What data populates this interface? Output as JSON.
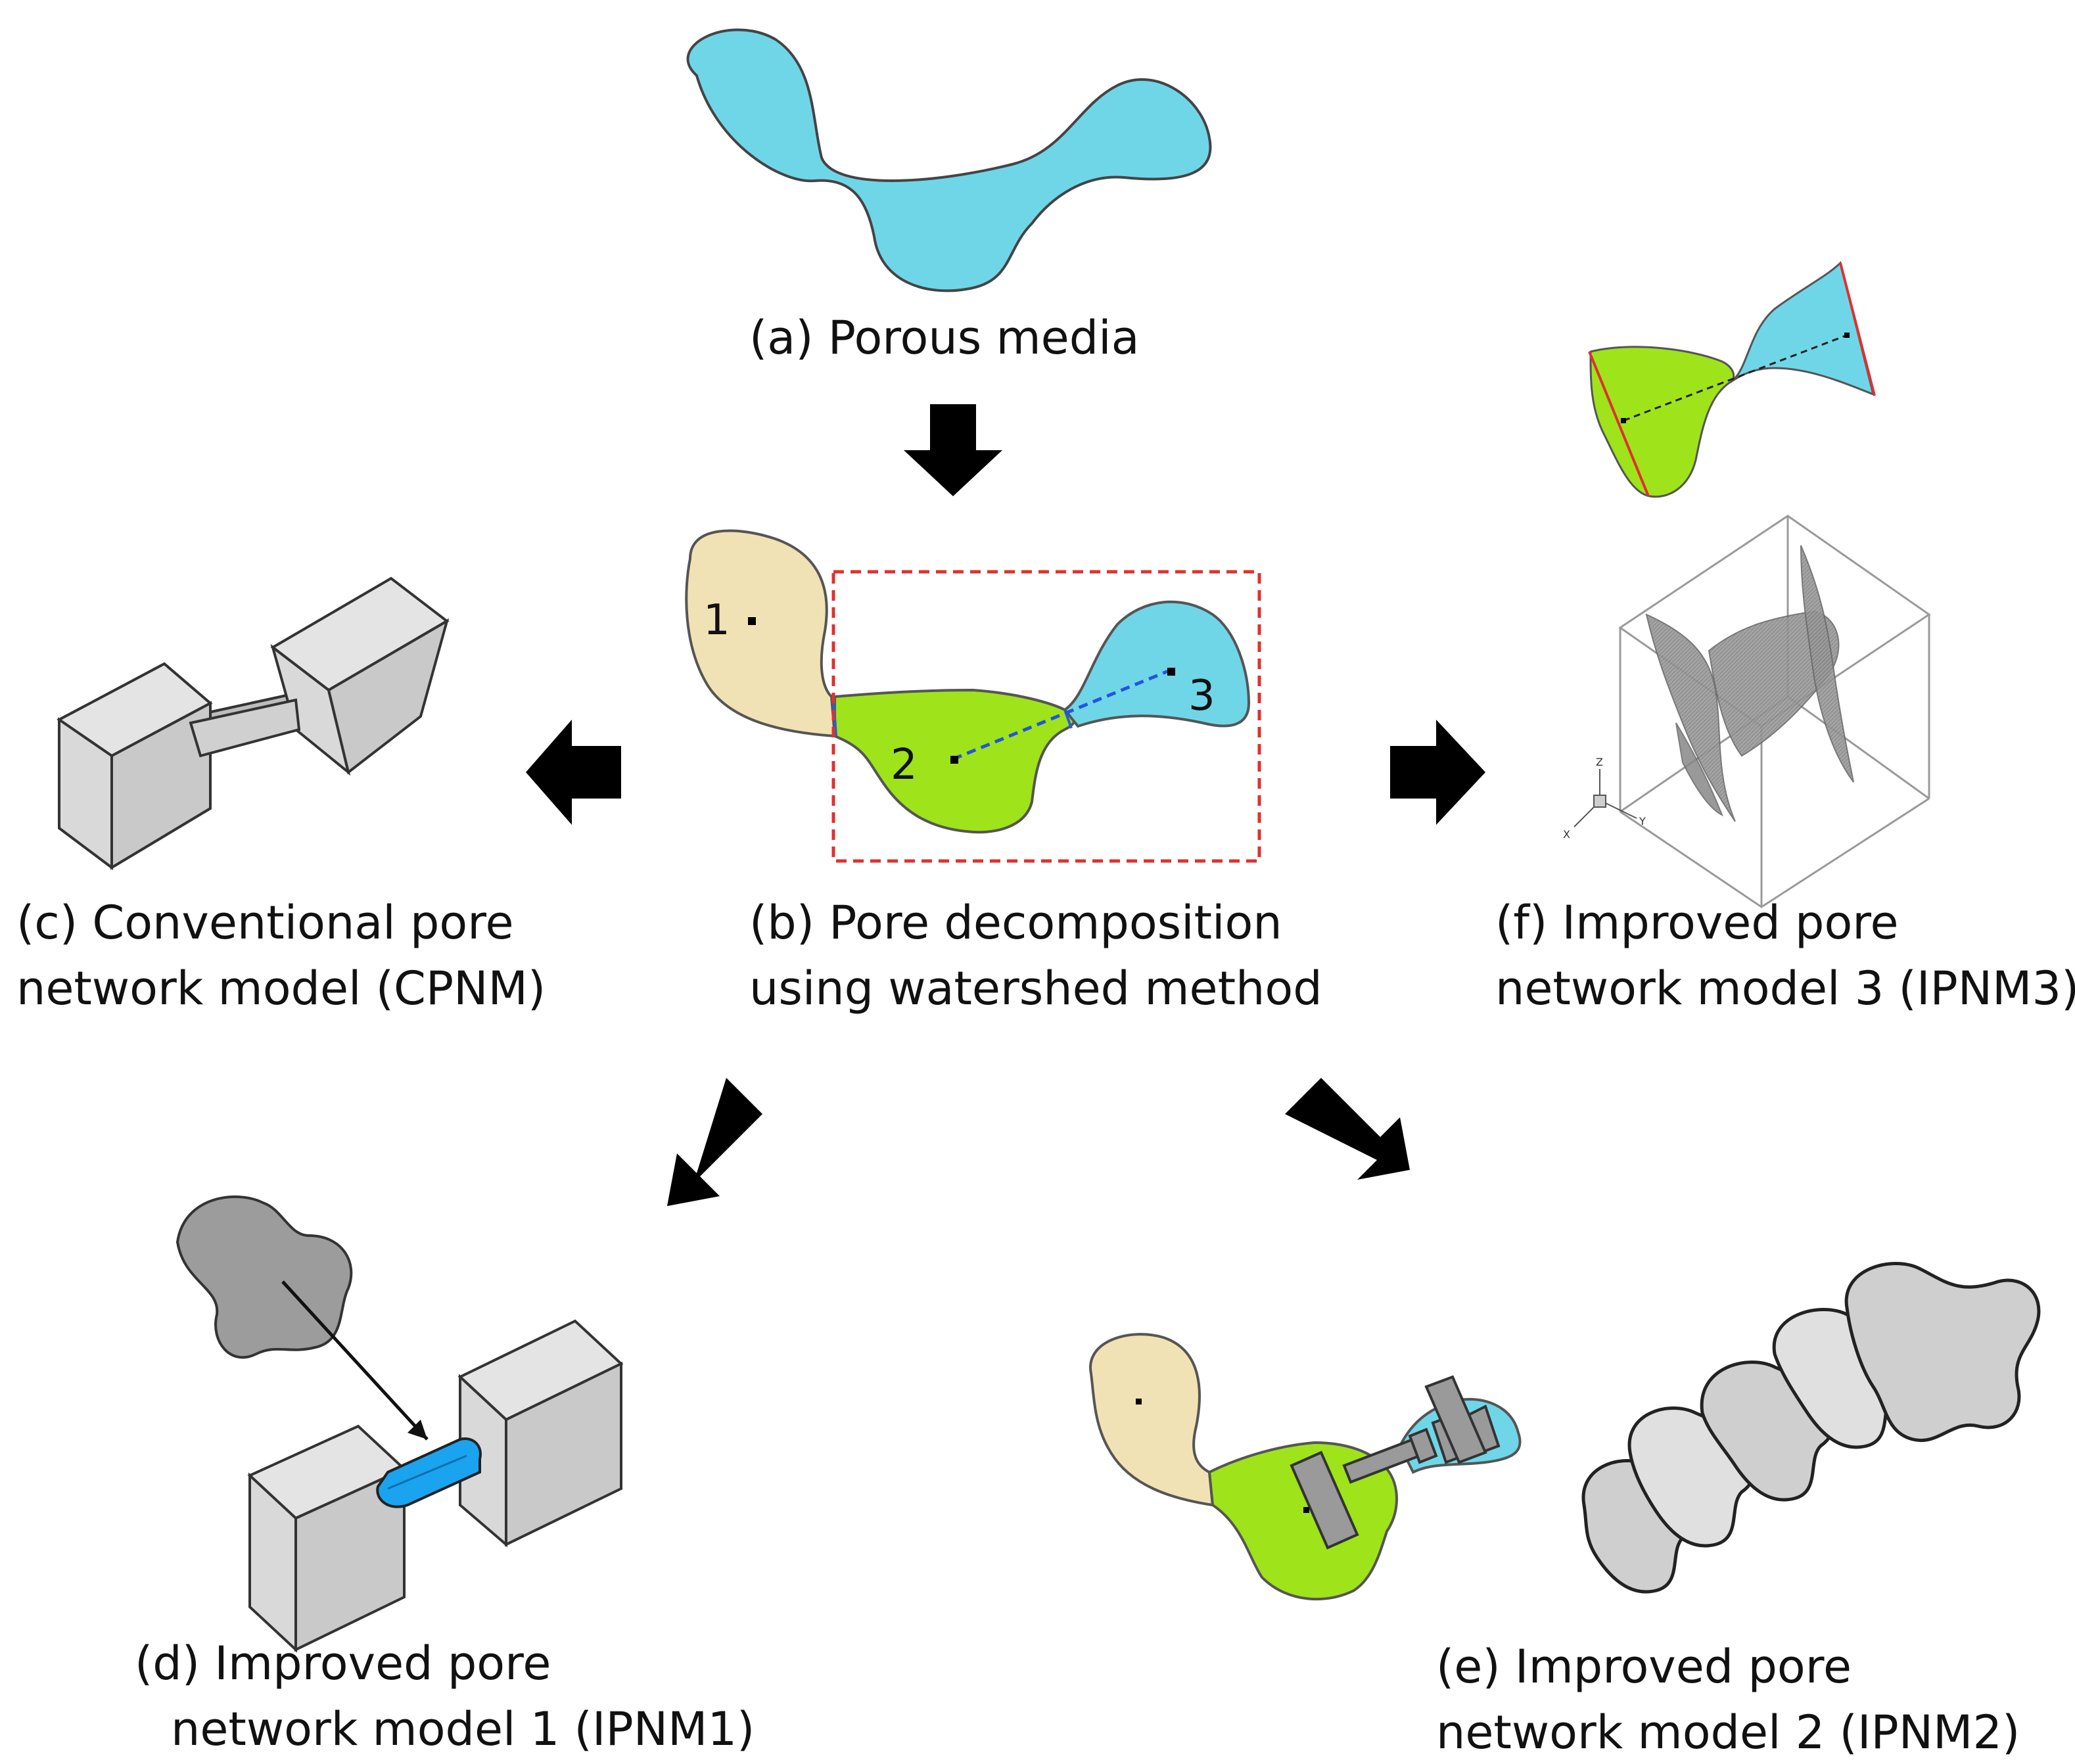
{
  "captions": {
    "a": "(a) Porous media",
    "b_line1": "(b) Pore decomposition",
    "b_line2": "using watershed method",
    "c_line1": "(c) Conventional pore",
    "c_line2": "network model (CPNM)",
    "d_line1": "(d) Improved pore",
    "d_line2": "network model 1 (IPNM1)",
    "e_line1": "(e) Improved pore",
    "e_line2": "network model 2 (IPNM2)",
    "f_line1": "(f) Improved pore",
    "f_line2": "network model 3 (IPNM3)"
  },
  "pore_labels": {
    "p1": "1",
    "p2": "2",
    "p3": "3"
  },
  "axis_labels": {
    "x": "X",
    "y": "Y",
    "z": "Z"
  },
  "colors": {
    "pore_blue": "#6fd6e8",
    "pore_tan": "#f1e2b5",
    "pore_green": "#9fe31a",
    "box_face": "#d9d9d9",
    "box_side": "#b5b5b5",
    "throat_blue": "#1aa3ef",
    "dashed_red": "#e03030",
    "dashed_blue": "#2255dd",
    "arrow": "#000000"
  },
  "icons": [
    "down-arrow-icon",
    "left-arrow-icon",
    "right-arrow-icon",
    "down-left-arrow-icon",
    "down-right-arrow-icon"
  ]
}
